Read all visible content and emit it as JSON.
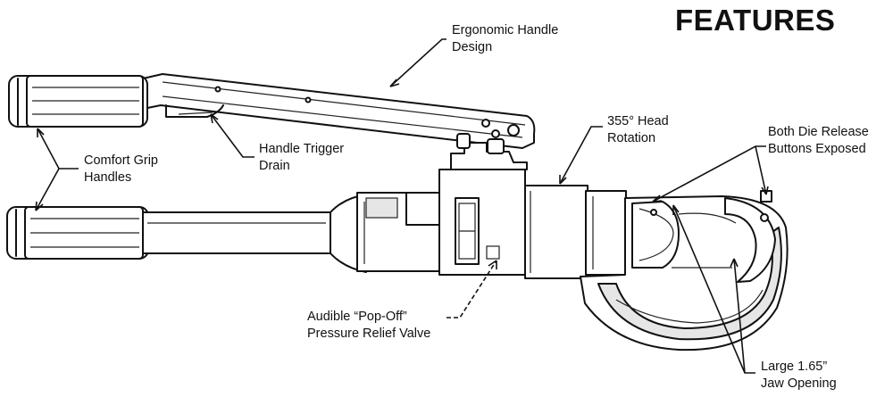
{
  "title": "FEATURES",
  "callouts": {
    "ergonomic": [
      "Ergonomic Handle",
      "Design"
    ],
    "trigger": [
      "Handle Trigger",
      "Drain"
    ],
    "comfort": [
      "Comfort Grip",
      "Handles"
    ],
    "rotation": [
      "355° Head",
      "Rotation"
    ],
    "die_release": [
      "Both Die Release",
      "Buttons Exposed"
    ],
    "popoff": [
      "Audible “Pop-Off”",
      "Pressure Relief Valve"
    ],
    "jaw": [
      "Large 1.65”",
      "Jaw Opening"
    ]
  }
}
